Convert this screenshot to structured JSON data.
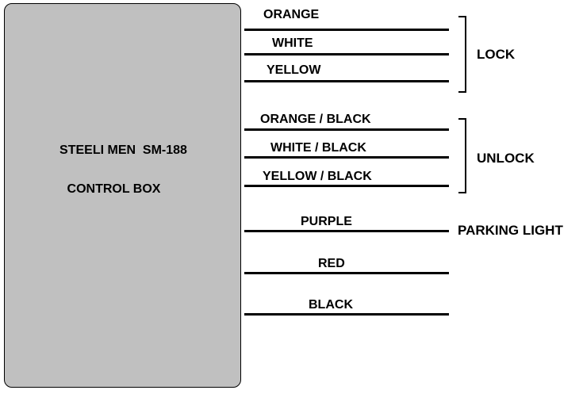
{
  "control_box": {
    "title_line1": "STEELI MEN  SM-188",
    "title_line2": "CONTROL BOX",
    "fill_color": "#c0c0c0"
  },
  "wires": [
    {
      "label": "ORANGE"
    },
    {
      "label": "WHITE"
    },
    {
      "label": "YELLOW"
    },
    {
      "label": "ORANGE / BLACK"
    },
    {
      "label": "WHITE / BLACK"
    },
    {
      "label": "YELLOW / BLACK"
    },
    {
      "label": "PURPLE"
    },
    {
      "label": "RED"
    },
    {
      "label": "BLACK"
    }
  ],
  "groups": {
    "lock": "LOCK",
    "unlock": "UNLOCK",
    "parking_light": "PARKING LIGHT"
  }
}
